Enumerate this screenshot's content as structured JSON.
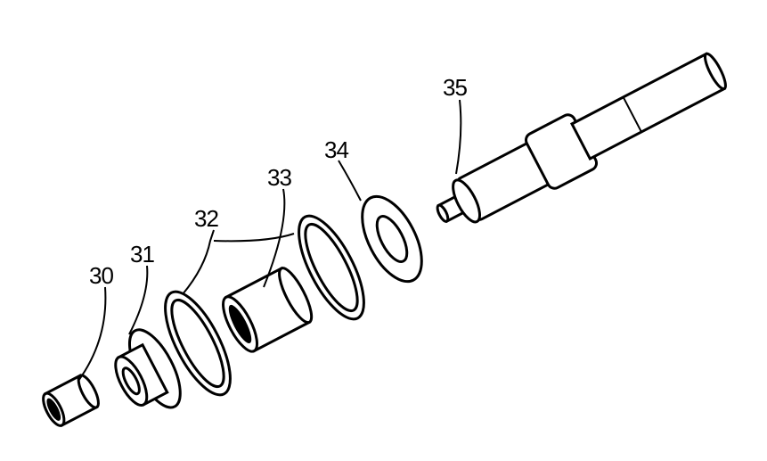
{
  "figure": {
    "type": "exploded-view-drawing",
    "labels": [
      {
        "id": "30",
        "text": "30"
      },
      {
        "id": "31",
        "text": "31"
      },
      {
        "id": "32",
        "text": "32"
      },
      {
        "id": "33",
        "text": "33"
      },
      {
        "id": "34",
        "text": "34"
      },
      {
        "id": "35",
        "text": "35"
      }
    ]
  }
}
